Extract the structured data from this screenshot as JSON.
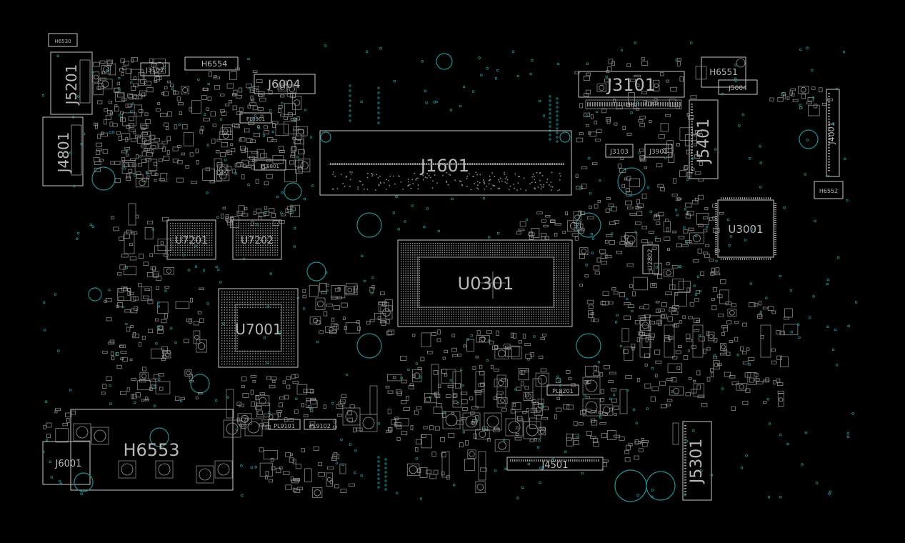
{
  "diagram": {
    "component_labels": [
      "H6530",
      "J5201",
      "J4801",
      "J3102",
      "H6554",
      "J6004",
      "PL8901",
      "PL8801",
      "J1601",
      "J3101",
      "H6551",
      "J5004",
      "J5401",
      "J4001",
      "H6552",
      "J3103",
      "J3901",
      "U7201",
      "U7202",
      "U7001",
      "U0301",
      "U3001",
      "U2802",
      "PL9101",
      "PL9102",
      "PL8201",
      "J4501",
      "J5301",
      "H6553",
      "J6001"
    ],
    "colors": {
      "background": "#000000",
      "outline": "#c8c8c8",
      "hole": "#1f8f95"
    }
  }
}
